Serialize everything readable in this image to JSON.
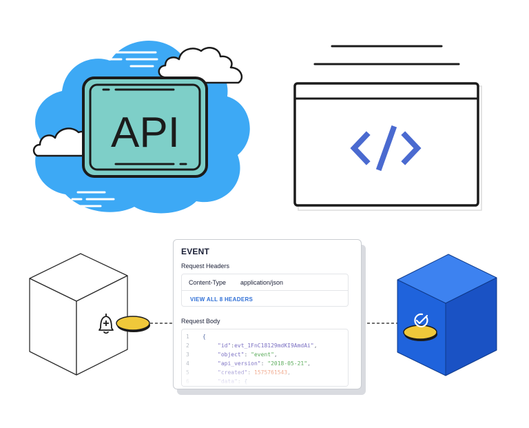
{
  "api_cloud": {
    "label": "API"
  },
  "event_card": {
    "title": "EVENT",
    "request_headers_label": "Request Headers",
    "header_key": "Content-Type",
    "header_value": "application/json",
    "view_all_label": "VIEW ALL 8 HEADERS",
    "request_body_label": "Request Body",
    "code_lines": [
      {
        "num": "1",
        "brace": "{"
      },
      {
        "num": "2",
        "key": "\"id\"",
        "sep": ":",
        "value": "evt_1FnC18129mdKI9AmdAi\"",
        "end": ","
      },
      {
        "num": "3",
        "key": "\"object\"",
        "sep": ": ",
        "str": "\"event\"",
        "end": ","
      },
      {
        "num": "4",
        "key": "\"api_version\"",
        "sep": ": ",
        "str": "\"2018-05-21\"",
        "end": ","
      },
      {
        "num": "5",
        "key": "\"created\"",
        "sep": ": ",
        "num_val": "1575761543",
        "end": ","
      },
      {
        "num": "6",
        "key": "\"data\"",
        "sep": ": ",
        "brace2": "{"
      }
    ]
  },
  "colors": {
    "cloud_blue": "#3da9f5",
    "api_panel": "#7ecfc8",
    "cube_blue": "#1f63dc",
    "coin_yellow": "#f0c83a",
    "code_icon_blue": "#4a6ad0"
  }
}
